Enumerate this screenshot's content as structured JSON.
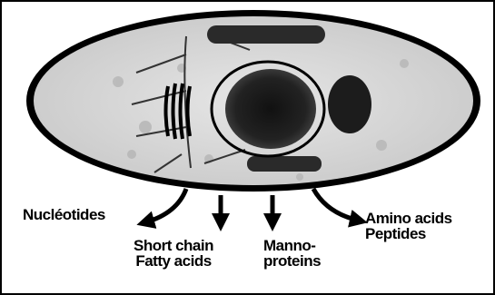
{
  "labels": {
    "nucleotides": "Nucléotides",
    "short_chain_line1": "Short chain",
    "short_chain_line2": "Fatty acids",
    "manno_line1": "Manno-",
    "manno_line2": "proteins",
    "amino_line1": "Amino acids",
    "amino_line2": "Peptides"
  },
  "colors": {
    "ink": "#000000",
    "cell_fill": "#d9d9d9",
    "organelle_dark": "#2a2a2a",
    "background": "#ffffff"
  }
}
